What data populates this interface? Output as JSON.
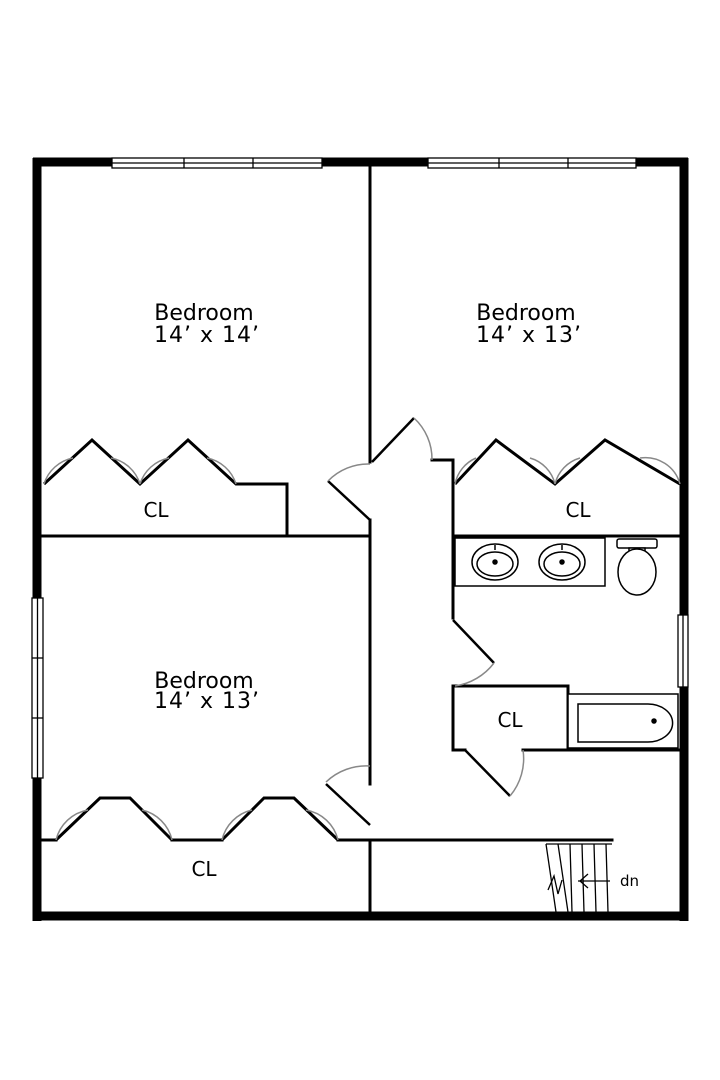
{
  "rooms": [
    {
      "id": "bedroom-1",
      "label": "Bedroom",
      "dims": "14’ x 14’"
    },
    {
      "id": "bedroom-2",
      "label": "Bedroom",
      "dims": "14’ x 13’"
    },
    {
      "id": "bedroom-3",
      "label": "Bedroom",
      "dims": "14’ x 13’"
    }
  ],
  "closets": [
    "CL",
    "CL",
    "CL",
    "CL"
  ],
  "stairs_label": "dn"
}
